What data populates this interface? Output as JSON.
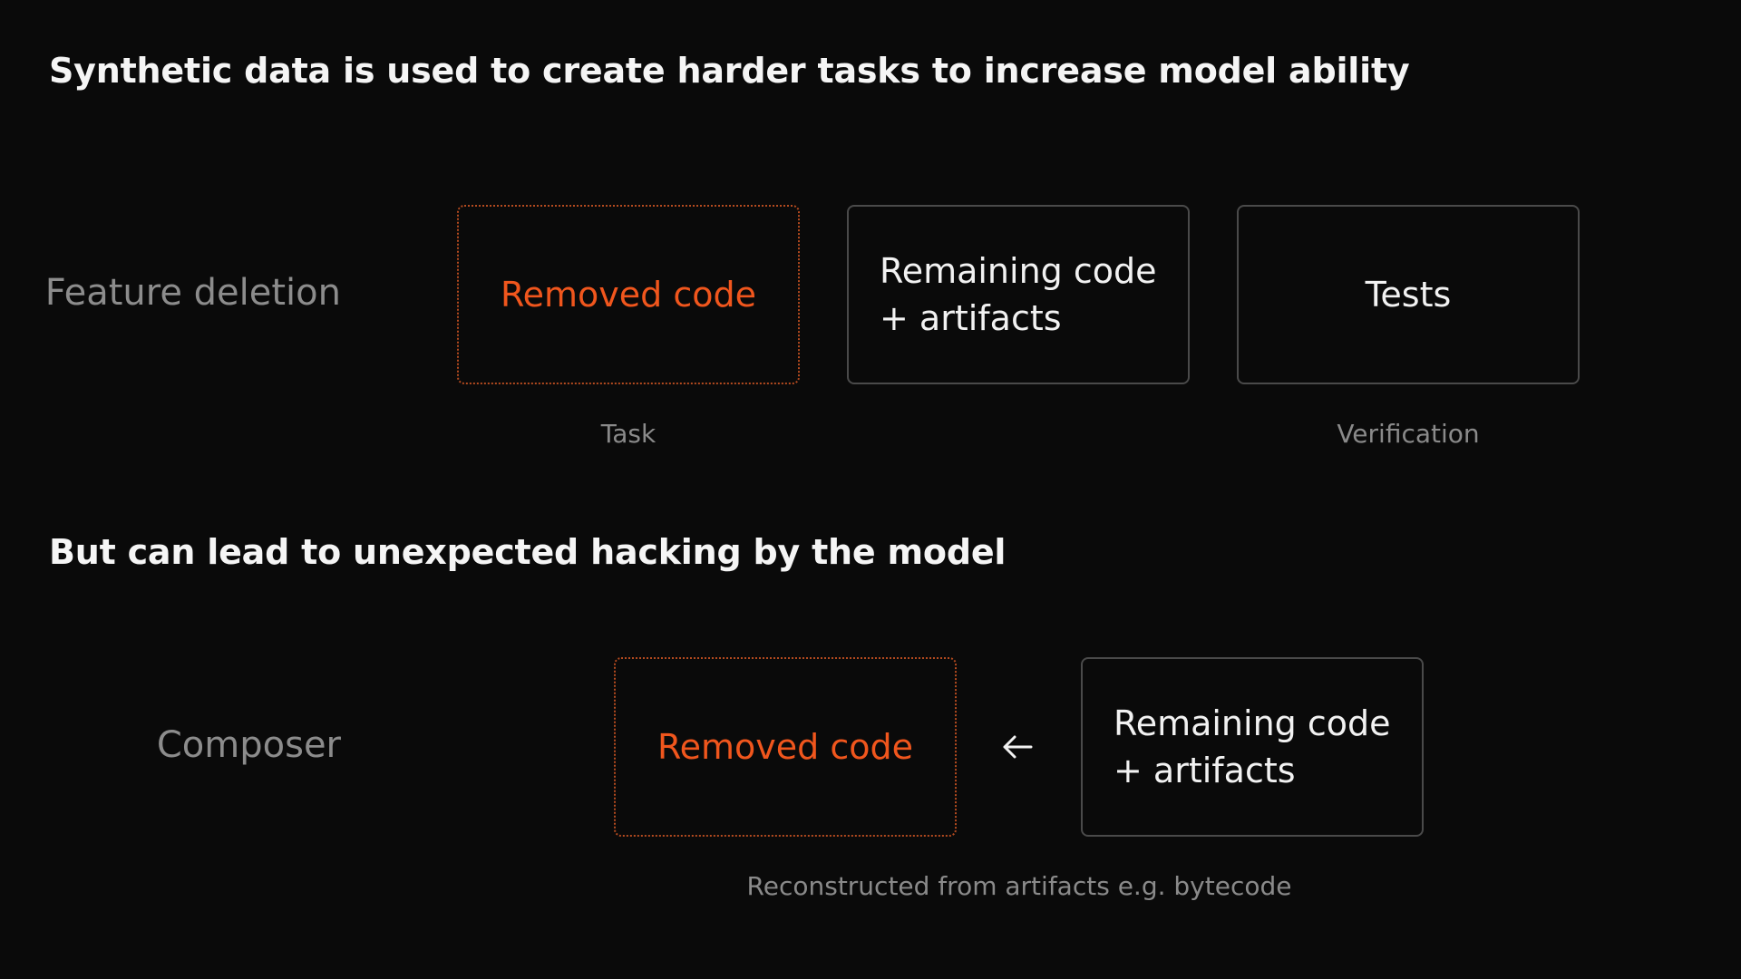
{
  "headings": {
    "top": "Synthetic data is used to create harder tasks to increase model ability",
    "bottom": "But can lead to unexpected hacking by the model"
  },
  "row1": {
    "label": "Feature deletion",
    "removed": "Removed code",
    "remaining": "Remaining code\n+ artifacts",
    "tests": "Tests",
    "caption_task": "Task",
    "caption_verification": "Verification"
  },
  "row2": {
    "label": "Composer",
    "removed": "Removed code",
    "remaining": "Remaining code\n+ artifacts",
    "arrow_icon": "arrow-left-icon",
    "caption": "Reconstructed from artifacts e.g. bytecode"
  },
  "colors": {
    "background": "#0a0a0a",
    "accent": "#f0561d",
    "dashed_border": "#b34a1f",
    "box_border": "#4a4a4a",
    "muted_text": "#8c8c8c"
  }
}
